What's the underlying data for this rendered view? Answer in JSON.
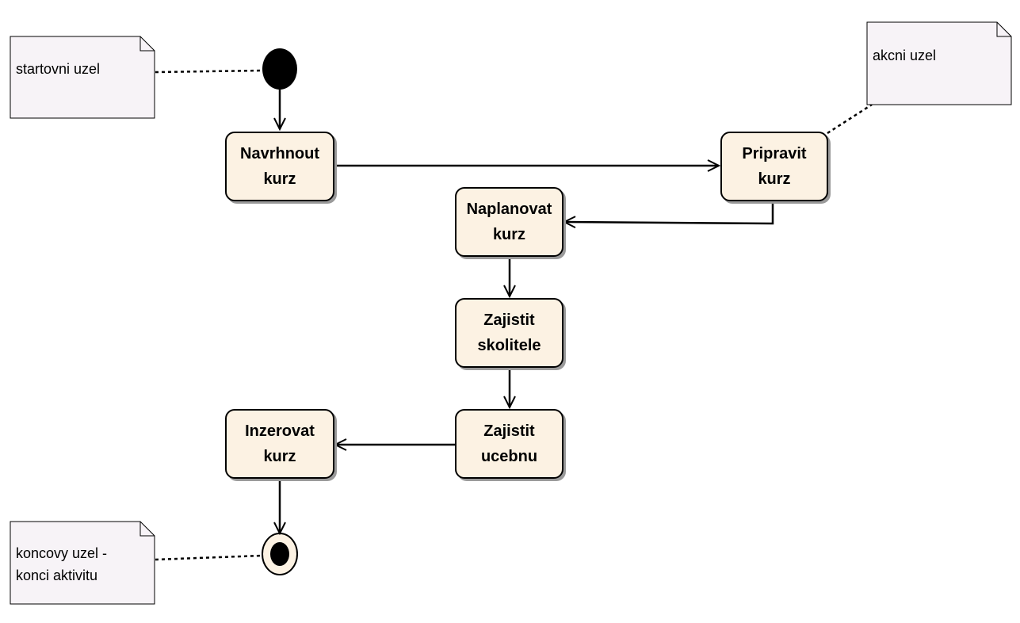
{
  "colors": {
    "node_fill": "#fcf2e3",
    "note_fill": "#f7f3f7",
    "stroke": "#000000",
    "shadow": "#9a9a9a"
  },
  "nodes": {
    "navrhnout": {
      "label": "Navrhnout\nkurz"
    },
    "pripravit": {
      "label": "Pripravit\nkurz"
    },
    "naplanovat": {
      "label": "Naplanovat\nkurz"
    },
    "skolitele": {
      "label": "Zajistit\nskolitele"
    },
    "ucebnu": {
      "label": "Zajistit\nucebnu"
    },
    "inzerovat": {
      "label": "Inzerovat\nkurz"
    }
  },
  "notes": {
    "start": {
      "text": "startovni uzel"
    },
    "action": {
      "text": "akcni uzel"
    },
    "end": {
      "text": "koncovy uzel -\nkonci aktivitu"
    }
  }
}
